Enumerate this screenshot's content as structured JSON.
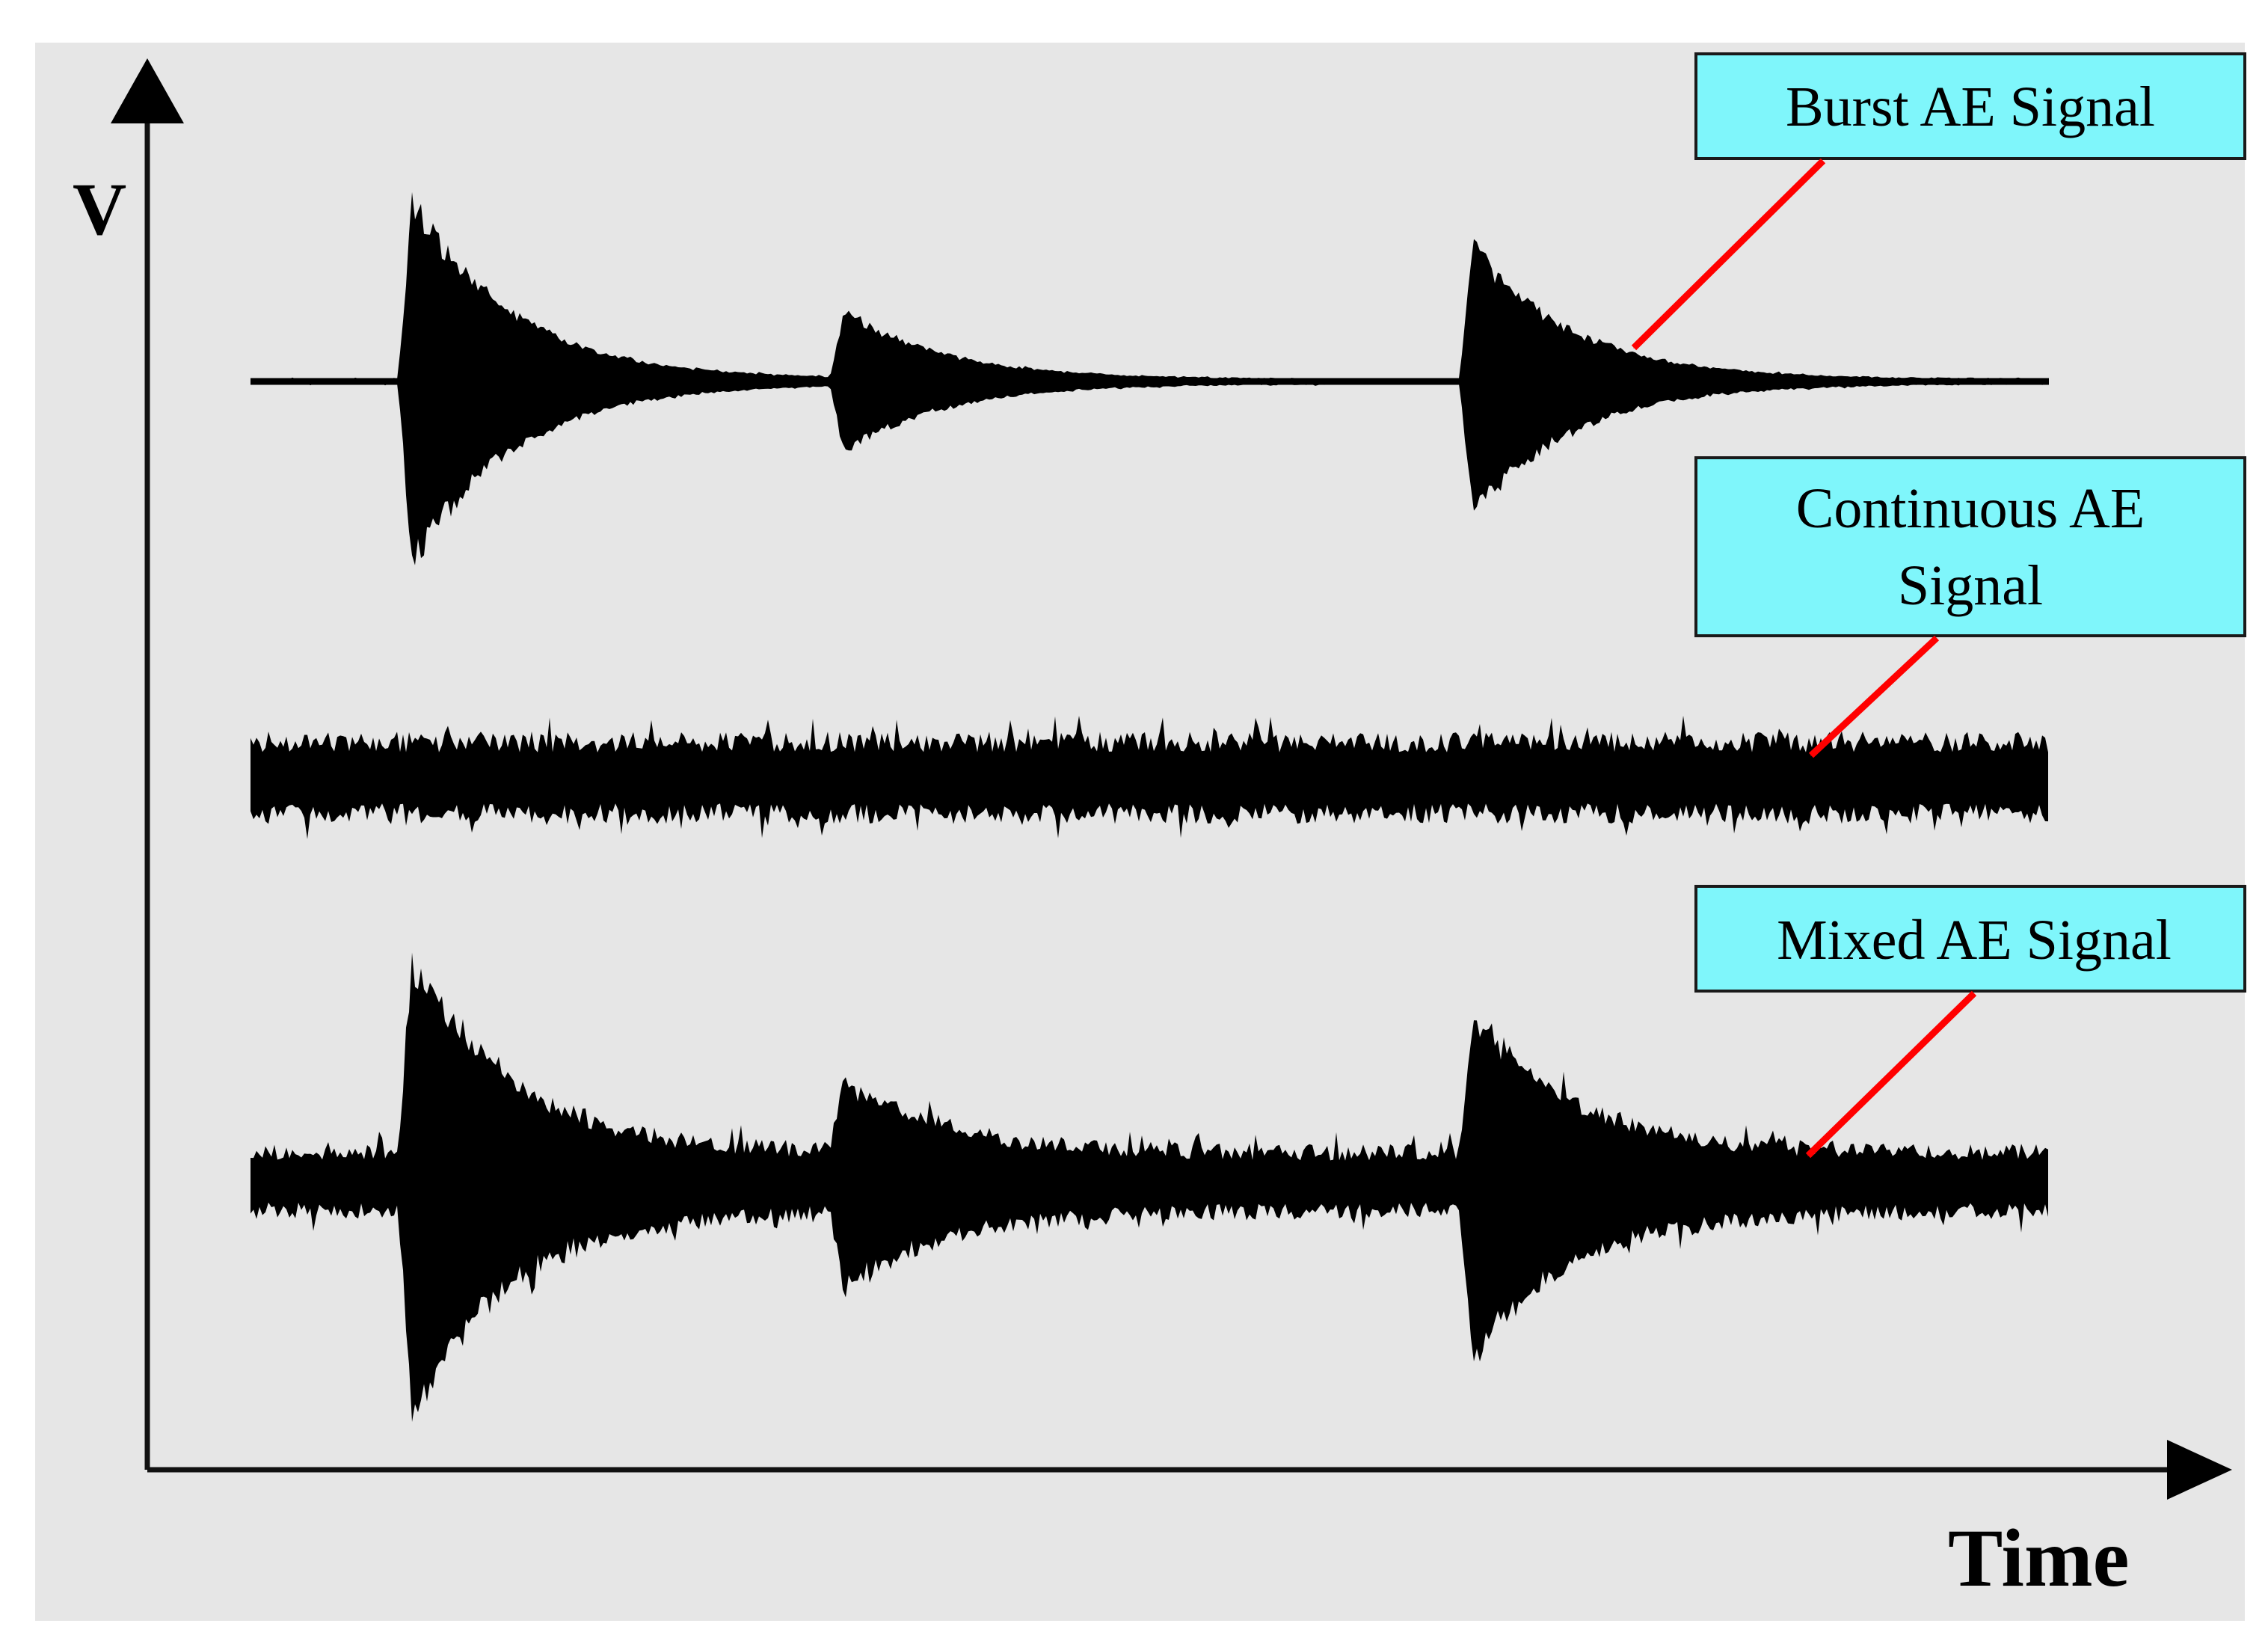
{
  "axes": {
    "y_label": "V",
    "x_label": "Time"
  },
  "callouts": {
    "burst": {
      "line1": "Burst AE Signal"
    },
    "continuous": {
      "line1": "Continuous AE",
      "line2": "Signal"
    },
    "mixed": {
      "line1": "Mixed AE Signal"
    }
  },
  "signals": [
    {
      "id": "burst",
      "kind": "burst",
      "noise_level": 0.0,
      "bursts": [
        {
          "at": 0.09,
          "amplitude": 1.0
        },
        {
          "at": 0.33,
          "amplitude": 0.38
        },
        {
          "at": 0.68,
          "amplitude": 0.72
        }
      ]
    },
    {
      "id": "continuous",
      "kind": "continuous",
      "noise_level": 1.0,
      "bursts": []
    },
    {
      "id": "mixed",
      "kind": "mixed",
      "noise_level": 1.0,
      "bursts": [
        {
          "at": 0.09,
          "amplitude": 1.0
        },
        {
          "at": 0.33,
          "amplitude": 0.38
        },
        {
          "at": 0.68,
          "amplitude": 0.72
        }
      ]
    }
  ],
  "colors": {
    "background": "#e6e6e6",
    "waveform": "#000000",
    "callout_fill": "#7ff6fb",
    "callout_border": "#1a1a1a",
    "arrow": "#ff0000",
    "axis": "#111111"
  }
}
